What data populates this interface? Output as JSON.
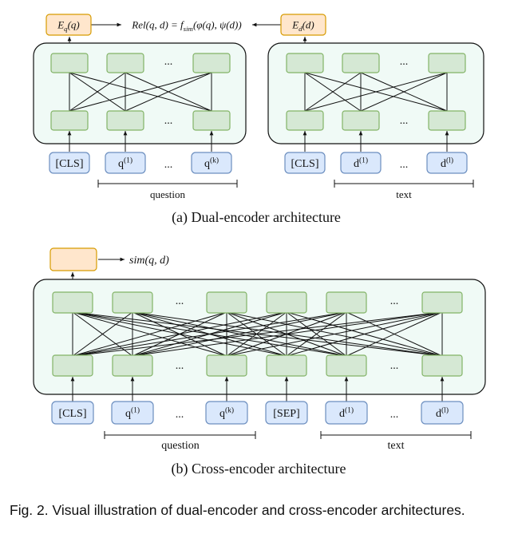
{
  "dual": {
    "query_embedding": "E_q(q)",
    "doc_embedding": "E_d(d)",
    "relevance_formula": "Rel(q, d) = f_sim(φ(q), ψ(d))",
    "query_tokens": [
      "[CLS]",
      "q^(1)",
      "...",
      "q^(k)"
    ],
    "doc_tokens": [
      "[CLS]",
      "d^(1)",
      "...",
      "d^(l)"
    ],
    "query_brace_label": "question",
    "doc_brace_label": "text",
    "caption": "(a)  Dual-encoder architecture"
  },
  "cross": {
    "output_label": "sim(q, d)",
    "tokens": [
      "[CLS]",
      "q^(1)",
      "...",
      "q^(k)",
      "[SEP]",
      "d^(1)",
      "...",
      "d^(l)"
    ],
    "question_brace_label": "question",
    "text_brace_label": "text",
    "caption": "(b)  Cross-encoder architecture"
  },
  "ellipsis": "...",
  "figure_caption": "Fig. 2.  Visual illustration of dual-encoder and cross-encoder architectures.",
  "colors": {
    "node_fill": "#d5e8d4",
    "node_stroke": "#82b366",
    "token_fill": "#dae8fc",
    "token_stroke": "#6c8ebf",
    "out_fill": "#ffe6cc",
    "out_stroke": "#d79b00",
    "panel_fill": "#f0faf6",
    "line": "#111111"
  }
}
